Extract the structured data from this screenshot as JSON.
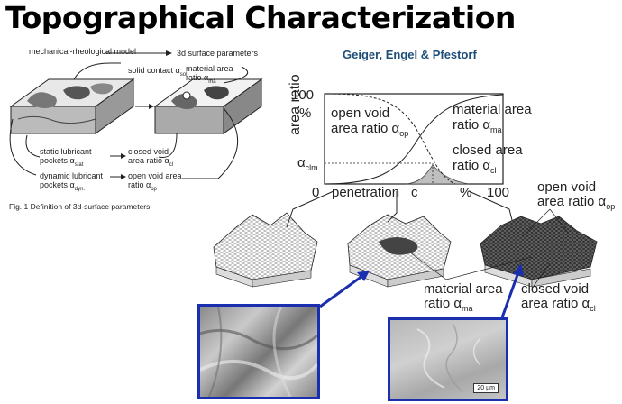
{
  "title": "Topographical Characterization",
  "authors": "Geiger, Engel & Pfestorf",
  "fig1": {
    "model_label": "mechanical-rheological model",
    "surface_params": "3d surface parameters",
    "solid_contact": "solid contact α",
    "solid_contact_sub": "sol",
    "material_area": "material area ratio α",
    "material_area_sub": "ma",
    "static_lub": "static lubricant pockets α",
    "static_lub_sub": "stat",
    "closed_void": "closed void area ratio α",
    "closed_void_sub": "cl",
    "dynamic_lub": "dynamic lubricant pockets α",
    "dynamic_lub_sub": "dyn.",
    "open_void": "open void area ratio α",
    "open_void_sub": "op",
    "caption": "Fig. 1     Definition of 3d-surface parameters"
  },
  "plot": {
    "y_axis_label": "area ratio",
    "y_top": "100",
    "y_unit": "%",
    "y_clm": "α",
    "y_clm_sub": "clm",
    "x_zero": "0",
    "x_label": "penetration",
    "x_c": "c",
    "x_unit": "%",
    "x_max": "100",
    "open_void_l1": "open void",
    "open_void_l2": "area ratio α",
    "open_void_sub": "op",
    "material_l1": "material area",
    "material_l2": "ratio α",
    "material_sub": "ma",
    "closed_l1": "closed area",
    "closed_l2": "ratio α",
    "closed_sub": "cl"
  },
  "surfaces": {
    "open_void_l1": "open void",
    "open_void_l2": "area ratio α",
    "open_void_sub": "op",
    "material_l1": "material area",
    "material_l2": "ratio α",
    "material_sub": "ma",
    "closed_l1": "closed void",
    "closed_l2": "area ratio α",
    "closed_sub": "cl"
  },
  "micrograph": {
    "scale_bar": "20 µm"
  },
  "colors": {
    "accent_blue": "#1a2fb0",
    "author_blue": "#1f4e79"
  }
}
